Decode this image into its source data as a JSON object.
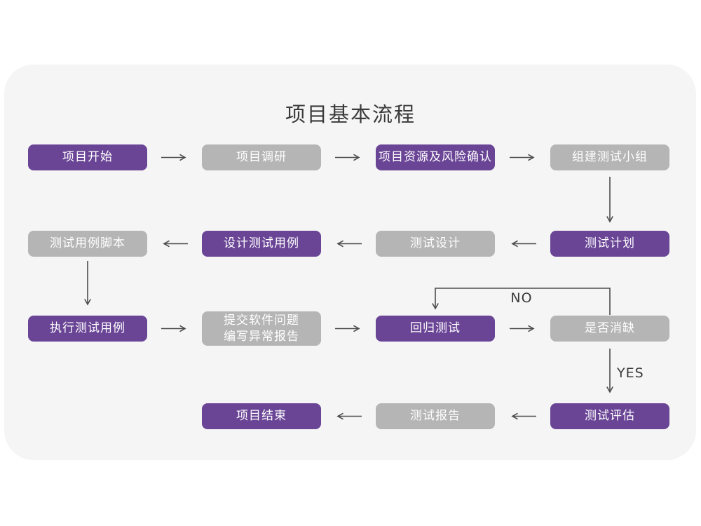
{
  "title": "项目基本流程",
  "colors": {
    "page_bg": "#ffffff",
    "card_bg": "#f5f5f6",
    "purple": "#6a4596",
    "gray": "#b5b5b5",
    "node_text": "#ffffff",
    "arrow": "#4d4d4d",
    "label_text": "#3a3a3a"
  },
  "edge_labels": {
    "no": "NO",
    "yes": "YES"
  },
  "nodes": [
    {
      "id": "project-start",
      "label": "项目开始",
      "type": "purple"
    },
    {
      "id": "project-research",
      "label": "项目调研",
      "type": "gray"
    },
    {
      "id": "resource-risk",
      "label": "项目资源及风险确认",
      "type": "purple"
    },
    {
      "id": "build-test-team",
      "label": "组建测试小组",
      "type": "gray"
    },
    {
      "id": "test-case-script",
      "label": "测试用例脚本",
      "type": "gray"
    },
    {
      "id": "design-test-case",
      "label": "设计测试用例",
      "type": "purple"
    },
    {
      "id": "test-design",
      "label": "测试设计",
      "type": "gray"
    },
    {
      "id": "test-plan",
      "label": "测试计划",
      "type": "purple"
    },
    {
      "id": "execute-test-case",
      "label": "执行测试用例",
      "type": "purple"
    },
    {
      "id": "submit-issue-report",
      "label": "提交软件问题\n编写异常报告",
      "type": "gray"
    },
    {
      "id": "regression-test",
      "label": "回归测试",
      "type": "purple"
    },
    {
      "id": "defect-cleared",
      "label": "是否消缺",
      "type": "gray"
    },
    {
      "id": "project-end",
      "label": "项目结束",
      "type": "purple"
    },
    {
      "id": "test-report",
      "label": "测试报告",
      "type": "gray"
    },
    {
      "id": "test-evaluation",
      "label": "测试评估",
      "type": "purple"
    }
  ]
}
